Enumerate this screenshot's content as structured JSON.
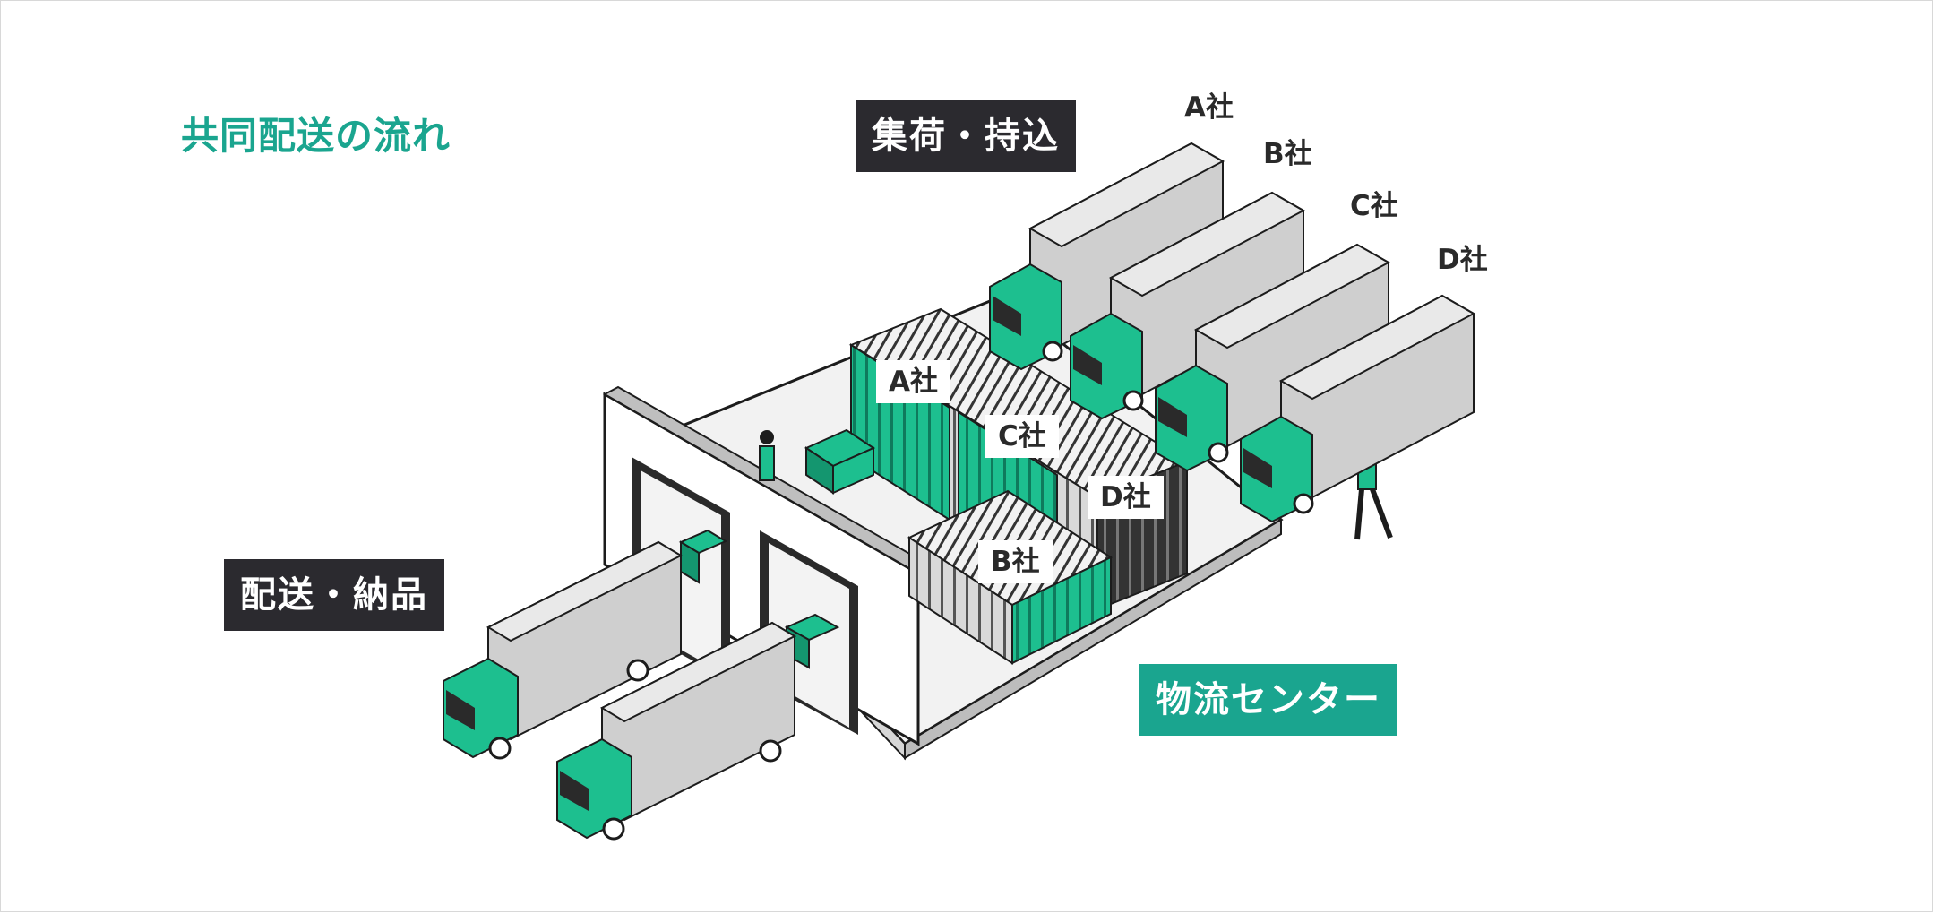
{
  "title": "共同配送の流れ",
  "stages": {
    "collect": "集荷・持込",
    "deliver": "配送・納品",
    "center": "物流センター"
  },
  "companies": [
    "A社",
    "B社",
    "C社",
    "D社"
  ],
  "sort_labels": {
    "a": "A社",
    "b": "B社",
    "c": "C社",
    "d": "D社"
  },
  "colors": {
    "accent": "#1aa58f",
    "dark_label": "#2b2a2f",
    "truck_cab": "#1dbf8f",
    "cargo_box": "#cfcfcf",
    "outline": "#1c1c1c"
  }
}
